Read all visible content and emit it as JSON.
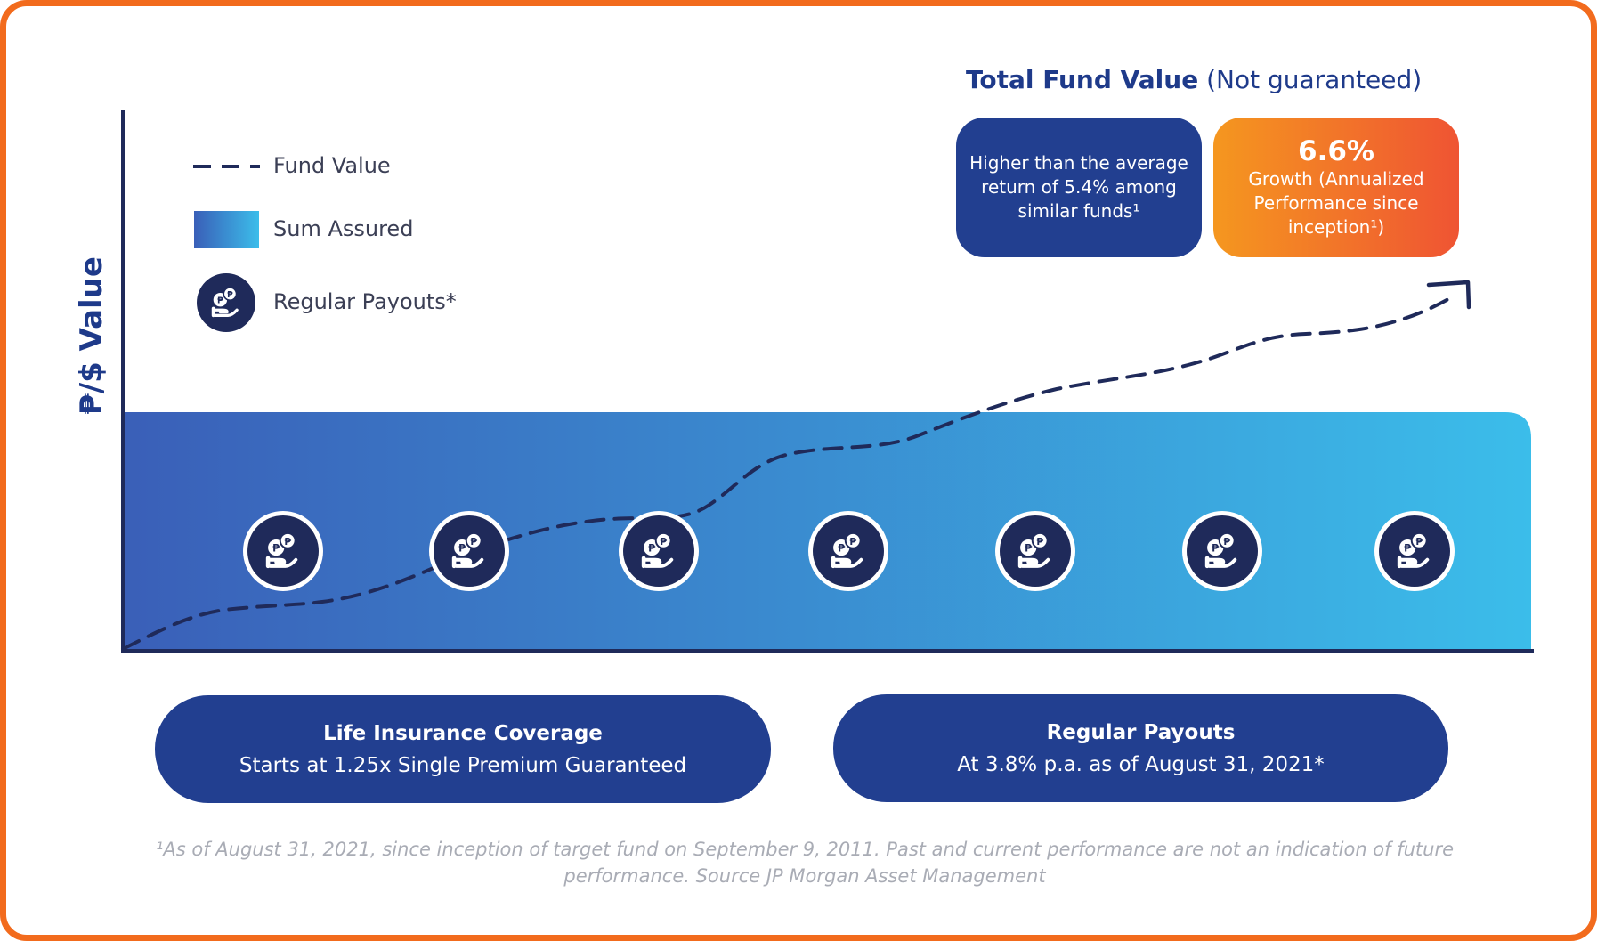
{
  "header": {
    "title_bold": "Total Fund Value",
    "title_rest": " (Not guaranteed)"
  },
  "highlights": {
    "comparison_text": "Higher than the average return of 5.4% among similar funds¹",
    "growth_value": "6.6%",
    "growth_text": "Growth (Annualized Performance since inception¹)"
  },
  "axes": {
    "ylabel": "₱/$ Value"
  },
  "legend": [
    {
      "label": "Fund Value",
      "icon": "dashed-line-icon"
    },
    {
      "label": "Sum Assured",
      "icon": "gradient-swatch-icon"
    },
    {
      "label": "Regular Payouts*",
      "icon": "coin-hand-icon"
    }
  ],
  "chart_data": {
    "type": "area",
    "series": [
      {
        "name": "Fund Value",
        "style": "dashed line trending upward",
        "color": "#1f2a5a"
      },
      {
        "name": "Sum Assured",
        "style": "flat gradient band",
        "colors": [
          "#3a5fb8",
          "#3bbdea"
        ]
      }
    ],
    "payout_markers": 7,
    "payout_icon": "coin-hand-icon"
  },
  "coverage": {
    "heading": "Life Insurance Coverage",
    "text": "Starts at 1.25x Single Premium Guaranteed"
  },
  "payouts": {
    "heading": "Regular Payouts",
    "text": "At 3.8% p.a. as of August 31, 2021*"
  },
  "footnote": "¹As of August 31, 2021, since inception of target fund on September 9, 2011. Past and current performance are not an indication of future performance. Source JP Morgan Asset Management",
  "colors": {
    "navy": "#223f90",
    "dark_navy": "#1f2a5a",
    "orange_border": "#f26b1d",
    "grad_start": "#3a5fb8",
    "grad_end": "#3bbdea",
    "orange_start": "#f5971f",
    "orange_end": "#ef5433"
  }
}
